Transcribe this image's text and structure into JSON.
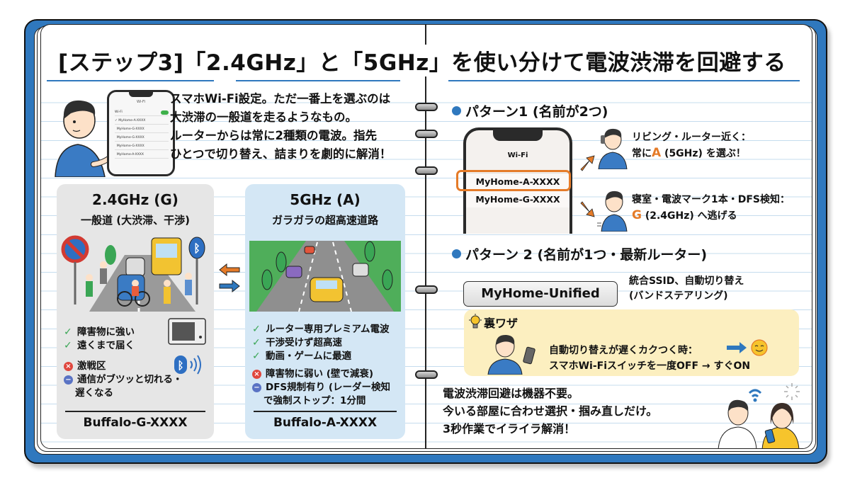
{
  "title": "[ステップ3]「2.4GHz」と「5GHz」を使い分けて電波渋滞を回避する",
  "colors": {
    "accent_blue": "#2f78be",
    "accent_orange": "#e57b28",
    "check_green": "#3aa655",
    "cross_red": "#e0473e",
    "minus_blue": "#5a73c4",
    "tip_bg": "#fcefc0"
  },
  "intro": {
    "lines": [
      "スマホWi-Fi設定。ただ一番上を選ぶのは",
      "大渋滞の一般道を走るようなもの。",
      "ルーターからは常に2種類の電波。指先",
      "ひとつで切り替え、詰まりを劇的に解消！"
    ],
    "phone": {
      "header": "Wi-Fi",
      "toggle_label": "Wi-Fi",
      "networks": [
        "MyHome-A-XXXX",
        "MyHome-G-XXXX",
        "MyHome-G-XXXX",
        "MyHome-G-XXXX",
        "MyHome-A-XXXX"
      ]
    }
  },
  "band_g": {
    "title": "2.4GHz (G)",
    "subtitle": "一般道 (大渋滞、干渉)",
    "pros": [
      "障害物に強い",
      "遠くまで届く"
    ],
    "cons": [
      "激戦区"
    ],
    "notes": [
      "通信がブツッと切れる・",
      "遅くなる"
    ],
    "ssid": "Buffalo-G-XXXX"
  },
  "band_a": {
    "title": "5GHz (A)",
    "subtitle": "ガラガラの超高速道路",
    "pros": [
      "ルーター専用プレミアム電波",
      "干渉受けず超高速",
      "動画・ゲームに最適"
    ],
    "cons": [
      "障害物に弱い (壁で減衰)"
    ],
    "notes": [
      "DFS規制有り (レーダー検知",
      "で強制ストップ：1分間"
    ],
    "ssid": "Buffalo-A-XXXX"
  },
  "pattern1": {
    "heading": "パターン1 (名前が2つ)",
    "phone_header": "Wi-Fi",
    "ssid_a": "MyHome-A-XXXX",
    "ssid_g": "MyHome-G-XXXX",
    "living": {
      "line1": "リビング・ルーター近く：",
      "pre": "常に",
      "band": "A",
      "post": " (5GHz) を選ぶ！"
    },
    "bedroom": {
      "line1": "寝室・電波マーク1本・DFS検知：",
      "band": "G",
      "post": " (2.4GHz) へ逃げる"
    }
  },
  "pattern2": {
    "heading": "パターン 2 (名前が1つ・最新ルーター)",
    "ssid": "MyHome-Unified",
    "desc": [
      "統合SSID、自動切り替え",
      "(バンドステアリング)"
    ]
  },
  "tip": {
    "title": "裏ワザ",
    "lines": [
      "自動切り替えが遅くカクつく時：",
      "スマホWi-Fiスイッチを一度OFF → すぐON"
    ]
  },
  "closing": {
    "lines": [
      "電波渋滞回避は機器不要。",
      "今いる部屋に合わせ選択・掴み直しだけ。",
      "3秒作業でイライラ解消！"
    ]
  }
}
